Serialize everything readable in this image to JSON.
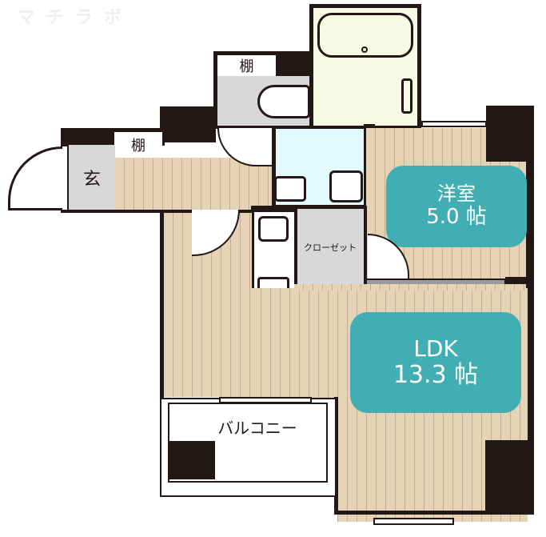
{
  "watermark": {
    "text": "マチラボ"
  },
  "rooms": {
    "western": {
      "name": "洋室",
      "size": "5.0 帖"
    },
    "ldk": {
      "name": "LDK",
      "size": "13.3 帖"
    },
    "entrance": {
      "label": "玄"
    },
    "closet": {
      "label": "クローゼット"
    },
    "balcony": {
      "label": "バルコニー"
    },
    "shelf_entrance": {
      "label": "棚"
    },
    "shelf_toilet": {
      "label": "棚"
    }
  },
  "colors": {
    "wall": "#231815",
    "floor": "#e6d2b4",
    "room_tag": "#40aeb3",
    "bath": "#f8fbe3",
    "washroom": "#e3fbfd",
    "gray_area": "#d8d8d8"
  }
}
